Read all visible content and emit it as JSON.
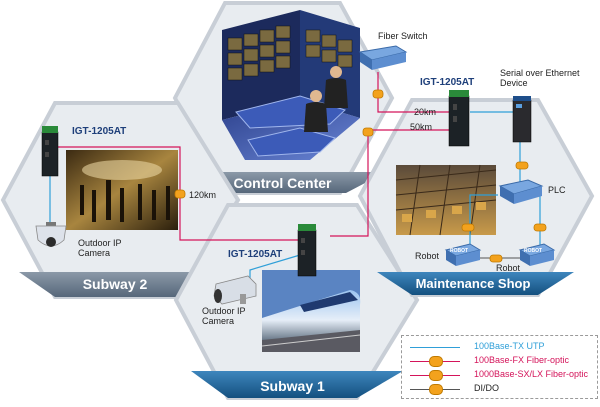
{
  "zones": {
    "control_center": "Control Center",
    "subway2": "Subway 2",
    "subway1": "Subway 1",
    "maintenance_shop": "Maintenance Shop"
  },
  "devices": {
    "igt_top": "IGT-1205AT",
    "igt_left": "IGT-1205AT",
    "igt_bottom": "IGT-1205AT",
    "fiber_switch": "Fiber Switch",
    "serial_device": "Serial over Ethernet Device",
    "plc": "PLC",
    "robot_label_left": "Robot",
    "robot_label_right": "Robot",
    "robot_box_1": "ROBOT",
    "robot_box_2": "ROBOT",
    "camera_left": "Outdoor IP Camera",
    "camera_bottom": "Outdoor IP Camera"
  },
  "distances": {
    "d20": "20km",
    "d50": "50km",
    "d120": "120km"
  },
  "legend": [
    {
      "text": "100Base-TX UTP",
      "color": "#2f9fd8",
      "badge": false
    },
    {
      "text": "100Base-FX Fiber-optic",
      "color": "#d4145a",
      "badge": true
    },
    {
      "text": "1000Base-SX/LX Fiber-optic",
      "color": "#d4145a",
      "badge": true
    },
    {
      "text": "DI/DO",
      "color": "#222222",
      "badge": true
    }
  ],
  "colors": {
    "utp": "#2f9fd8",
    "fiber": "#d4145a",
    "didox": "#555555",
    "badge": "#f3a21d",
    "hex_band": "#6b7f93",
    "hex_band_dark": "#1f5f8f"
  }
}
